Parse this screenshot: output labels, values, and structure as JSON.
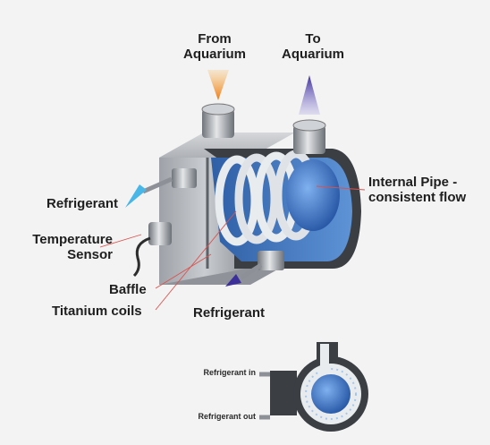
{
  "labels": {
    "from_aquarium": [
      "From",
      "Aquarium"
    ],
    "to_aquarium": [
      "To",
      "Aquarium"
    ],
    "internal_pipe": [
      "Internal Pipe -",
      "consistent flow"
    ],
    "refrigerant_left": "Refrigerant",
    "temperature_sensor": [
      "Temperature",
      "Sensor"
    ],
    "baffle": "Baffle",
    "titanium_coils": "Titanium coils",
    "refrigerant_bottom": "Refrigerant"
  },
  "inset": {
    "refrigerant_in": "Refrigerant in",
    "refrigerant_out": "Refrigerant out"
  },
  "colors": {
    "body_grey": "#a9acb1",
    "shell_dark": "#3f4348",
    "water_blue": "#3f78c4",
    "inflow_orange": "#f28c1c",
    "outflow_purple": "#4e3fa8",
    "refrigerant_cyan": "#49b6e8",
    "pointer_red": "#d9534f"
  }
}
